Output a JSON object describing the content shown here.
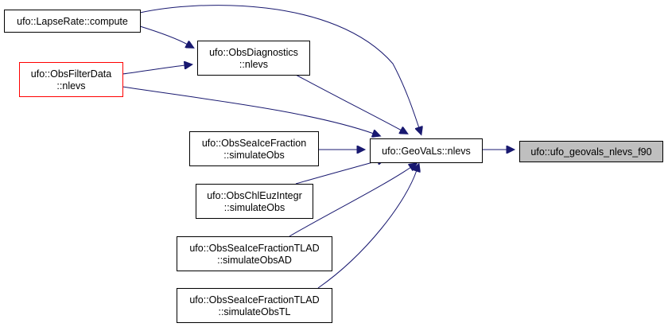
{
  "nodes": [
    {
      "id": "ufo_geovals_nlevs_f90",
      "lines": [
        "ufo::ufo_geovals_nlevs_f90"
      ],
      "style": "selected"
    },
    {
      "id": "geovals_nlevs",
      "lines": [
        "ufo::GeoVaLs::nlevs"
      ],
      "style": "normal"
    },
    {
      "id": "lapse_rate_compute",
      "lines": [
        "ufo::LapseRate::compute"
      ],
      "style": "normal"
    },
    {
      "id": "obs_diagnostics_nlevs",
      "lines": [
        "ufo::ObsDiagnostics",
        "::nlevs"
      ],
      "style": "normal"
    },
    {
      "id": "obs_filter_data_nlevs",
      "lines": [
        "ufo::ObsFilterData",
        "::nlevs"
      ],
      "style": "truncated"
    },
    {
      "id": "obs_sea_ice_fraction_simulate",
      "lines": [
        "ufo::ObsSeaIceFraction",
        "::simulateObs"
      ],
      "style": "normal"
    },
    {
      "id": "obs_chl_euz_integr_simulate",
      "lines": [
        "ufo::ObsChlEuzIntegr",
        "::simulateObs"
      ],
      "style": "normal"
    },
    {
      "id": "obs_sea_ice_fraction_tlad_ad",
      "lines": [
        "ufo::ObsSeaIceFractionTLAD",
        "::simulateObsAD"
      ],
      "style": "normal"
    },
    {
      "id": "obs_sea_ice_fraction_tlad_tl",
      "lines": [
        "ufo::ObsSeaIceFractionTLAD",
        "::simulateObsTL"
      ],
      "style": "normal"
    }
  ],
  "edges": [
    {
      "from": "geovals_nlevs",
      "to": "ufo_geovals_nlevs_f90"
    },
    {
      "from": "lapse_rate_compute",
      "to": "geovals_nlevs"
    },
    {
      "from": "obs_diagnostics_nlevs",
      "to": "geovals_nlevs"
    },
    {
      "from": "obs_filter_data_nlevs",
      "to": "geovals_nlevs"
    },
    {
      "from": "obs_sea_ice_fraction_simulate",
      "to": "geovals_nlevs"
    },
    {
      "from": "obs_chl_euz_integr_simulate",
      "to": "geovals_nlevs"
    },
    {
      "from": "obs_sea_ice_fraction_tlad_ad",
      "to": "geovals_nlevs"
    },
    {
      "from": "obs_sea_ice_fraction_tlad_tl",
      "to": "geovals_nlevs"
    },
    {
      "from": "lapse_rate_compute",
      "to": "obs_diagnostics_nlevs"
    },
    {
      "from": "obs_filter_data_nlevs",
      "to": "obs_diagnostics_nlevs"
    }
  ],
  "colors": {
    "edge": "#191970",
    "border": "#000000",
    "truncated_border": "#ff0000",
    "selected_fill": "#bfbfbf",
    "fill": "#ffffff"
  }
}
